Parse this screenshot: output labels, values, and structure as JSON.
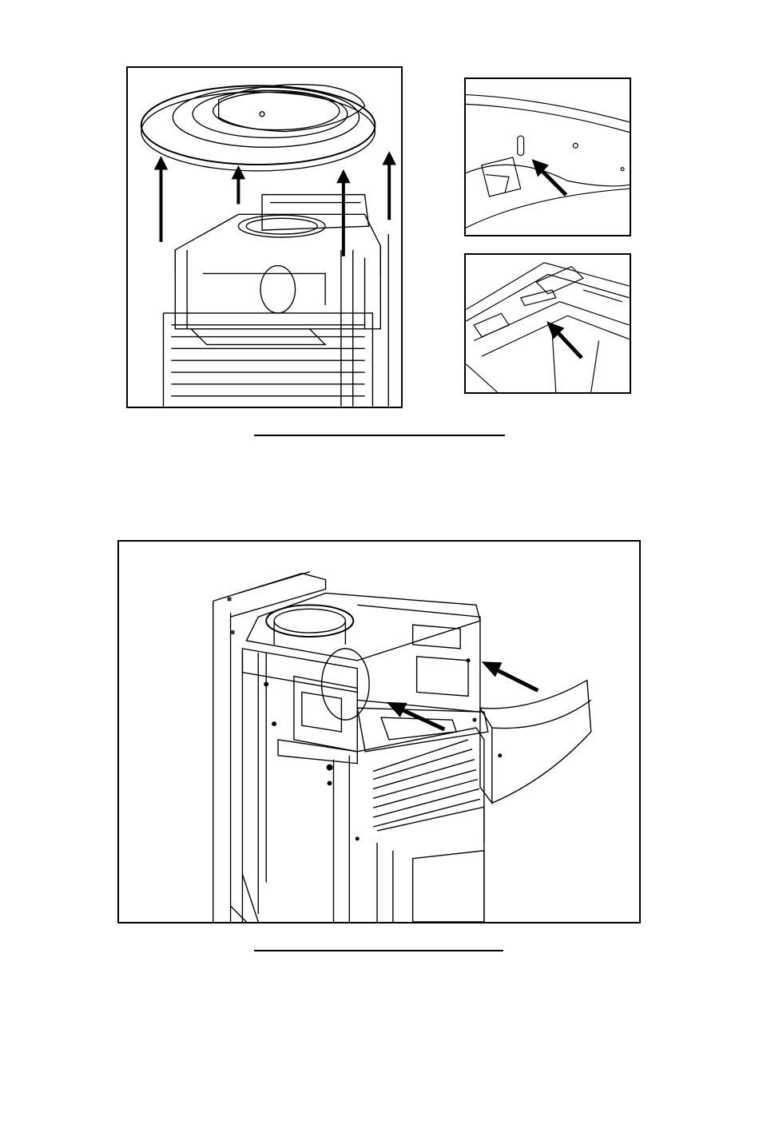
{
  "figures": [
    {
      "name": "top-cover-removal",
      "caption": ""
    },
    {
      "name": "top-cover-detail-screw",
      "caption": ""
    },
    {
      "name": "top-cover-detail-slot",
      "caption": ""
    },
    {
      "name": "side-panel-removal",
      "caption": ""
    }
  ],
  "captions": {
    "figure_1": "",
    "figure_2": ""
  },
  "colors": {
    "ink": "#000000",
    "paper": "#ffffff",
    "accent": "#2b2b6b"
  }
}
